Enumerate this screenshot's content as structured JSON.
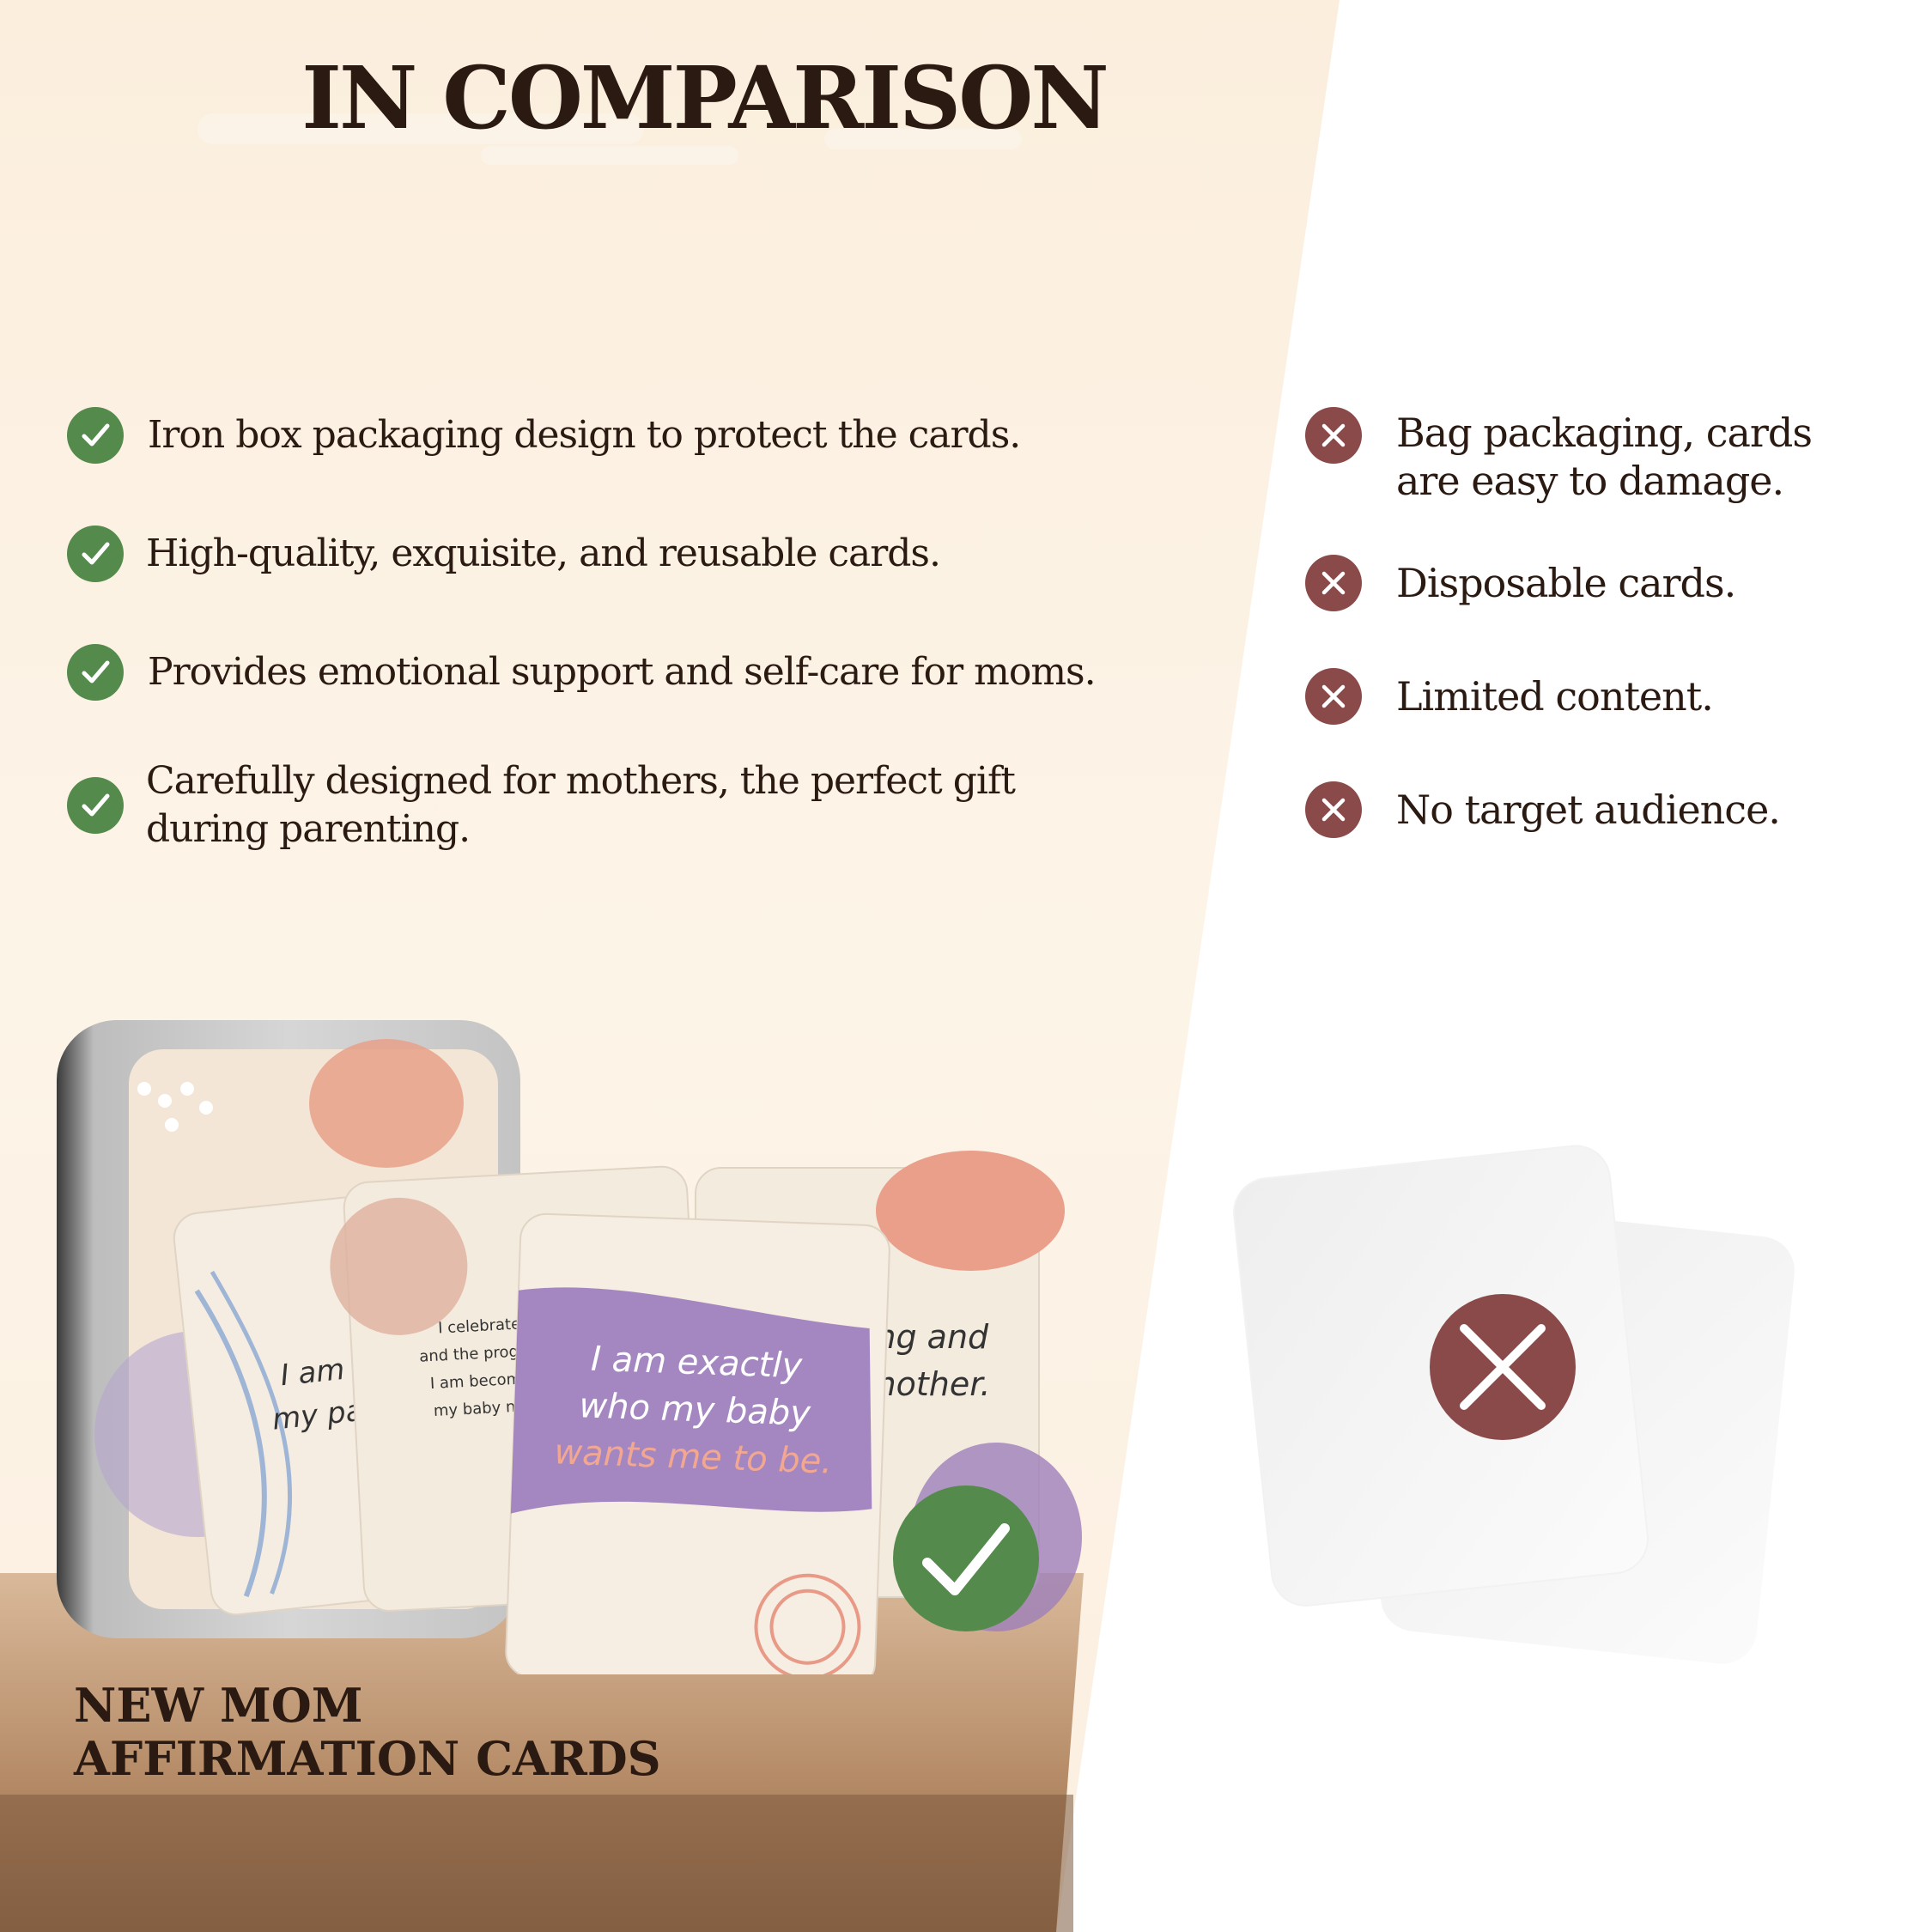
{
  "title": "IN COMPARISON",
  "pros": [
    {
      "text": "Iron box packaging design to protect the cards.",
      "icon": "check-icon"
    },
    {
      "text": "High-quality, exquisite, and reusable cards.",
      "icon": "check-icon"
    },
    {
      "text": "Provides emotional support and self-care for moms.",
      "icon": "check-icon"
    },
    {
      "text": "Carefully designed for mothers, the perfect gift during parenting.",
      "icon": "check-icon"
    }
  ],
  "cons": [
    {
      "text": "Bag packaging, cards are easy to damage.",
      "icon": "cross-icon"
    },
    {
      "text": "Disposable cards.",
      "icon": "cross-icon"
    },
    {
      "text": "Limited content.",
      "icon": "cross-icon"
    },
    {
      "text": "No target audience.",
      "icon": "cross-icon"
    }
  ],
  "product": {
    "name_line1": "NEW MOM",
    "name_line2": "AFFIRMATION CARDS",
    "card_front_line1": "I am exactly",
    "card_front_line2": "who my baby",
    "card_front_line3": "wants me to be.",
    "card_left_line1": "I am con",
    "card_left_line2": "my parent",
    "card_mid_line1": "I celebrate",
    "card_mid_line2": "and the progr",
    "card_mid_line3": "I am becomi",
    "card_mid_line4": "my baby ne",
    "card_right_line1": "ing and",
    "card_right_line2": "mother."
  },
  "colors": {
    "cream": "#fdf3e6",
    "pill": "#ecc9bb",
    "check": "#548a4c",
    "cross": "#8a4a4a",
    "text": "#2a1a12"
  }
}
